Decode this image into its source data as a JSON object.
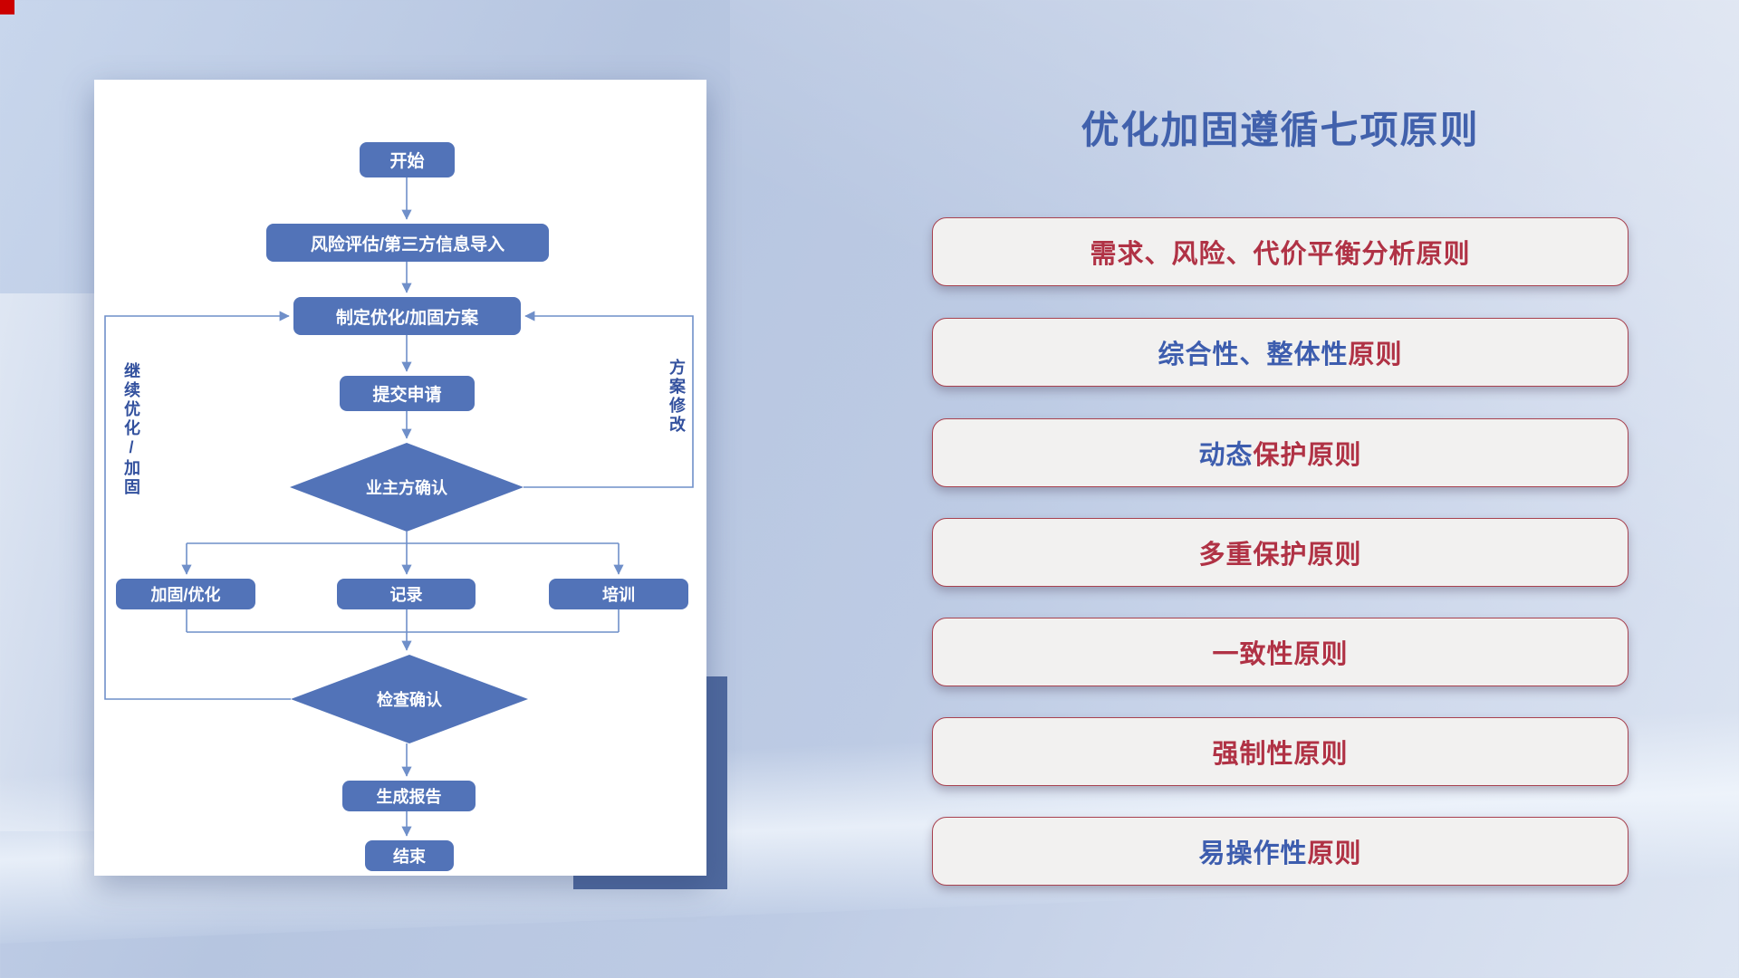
{
  "colors": {
    "node_fill": "#5273b8",
    "line": "#6f8fc9",
    "title_blue": "#4161ac",
    "principle_red": "#b03245",
    "principle_blue": "#3d5dae",
    "box_border": "#a84250",
    "corner_red": "#cc0000"
  },
  "flowchart": {
    "start": "开始",
    "risk": "风险评估/第三方信息导入",
    "plan": "制定优化/加固方案",
    "submit": "提交申请",
    "owner_confirm": "业主方确认",
    "harden": "加固/优化",
    "record": "记录",
    "training": "培训",
    "check_confirm": "检查确认",
    "report": "生成报告",
    "end": "结束",
    "loop_left": "继续优化/加固",
    "loop_right": "方案修改"
  },
  "principles": {
    "title": "优化加固遵循七项原则",
    "items": [
      {
        "blue": "",
        "red": "需求、风险、代价平衡分析原则"
      },
      {
        "blue": "综合性、整体性",
        "red": "原则"
      },
      {
        "blue": "动态",
        "red": "保护原则"
      },
      {
        "blue": "",
        "red": "多重保护原则"
      },
      {
        "blue": "",
        "red": "一致性原则"
      },
      {
        "blue": "",
        "red": "强制性原则"
      },
      {
        "blue": "易操作性",
        "red": "原则"
      }
    ],
    "row_offsets": [
      0,
      111,
      222,
      332,
      442,
      552,
      662
    ]
  }
}
